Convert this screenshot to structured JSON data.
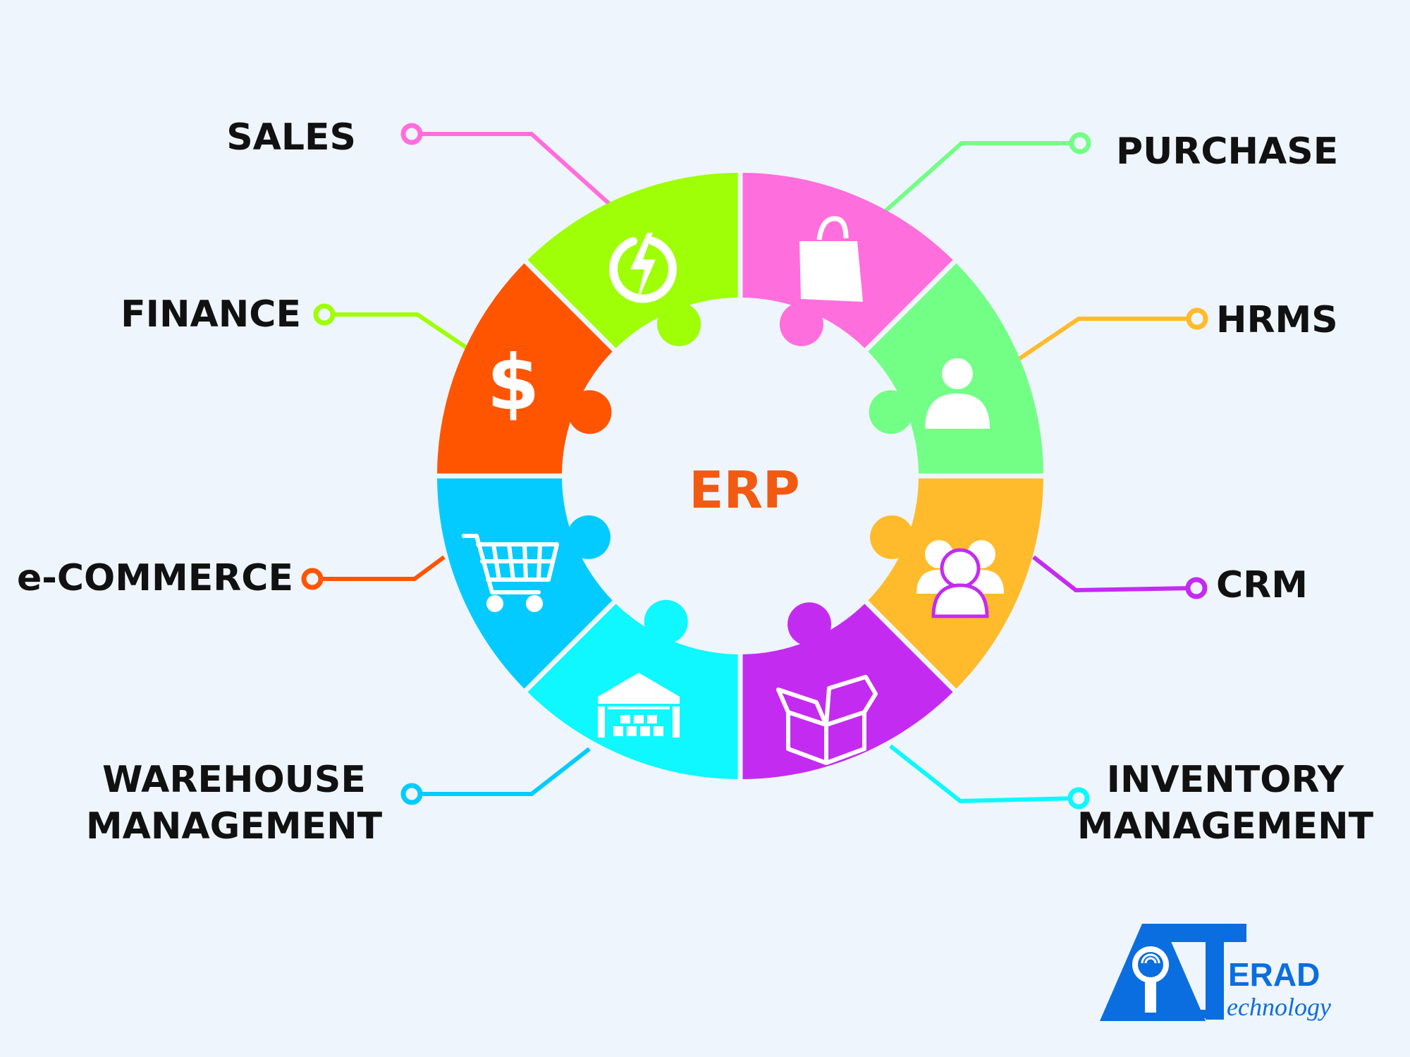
{
  "diagram": {
    "center_label": "ERP",
    "center_color": "#f25a12",
    "modules": [
      {
        "id": "sales",
        "label_lines": [
          "SALES"
        ],
        "color": "#ff6edd",
        "icon": "power-bolt-icon"
      },
      {
        "id": "purchase",
        "label_lines": [
          "PURCHASE"
        ],
        "color": "#73ff86",
        "icon": "shopping-bag-icon"
      },
      {
        "id": "hrms",
        "label_lines": [
          "HRMS"
        ],
        "color": "#ffbb2b",
        "icon": "person-icon"
      },
      {
        "id": "crm",
        "label_lines": [
          "CRM"
        ],
        "color": "#c42bf0",
        "icon": "people-group-icon"
      },
      {
        "id": "inventory",
        "label_lines": [
          "INVENTORY",
          "MANAGEMENT"
        ],
        "color": "#0ff7ff",
        "icon": "open-box-icon"
      },
      {
        "id": "warehouse",
        "label_lines": [
          "WAREHOUSE",
          "MANAGEMENT"
        ],
        "color": "#04cbff",
        "icon": "warehouse-icon"
      },
      {
        "id": "ecommerce",
        "label_lines": [
          "e-COMMERCE"
        ],
        "color": "#ff5500",
        "icon": "shopping-cart-icon"
      },
      {
        "id": "finance",
        "label_lines": [
          "FINANCE"
        ],
        "color": "#9eff07",
        "icon": "dollar-icon"
      }
    ]
  },
  "logo": {
    "letters": "ERAD",
    "script": "echnology",
    "color": "#0b6ee0"
  }
}
